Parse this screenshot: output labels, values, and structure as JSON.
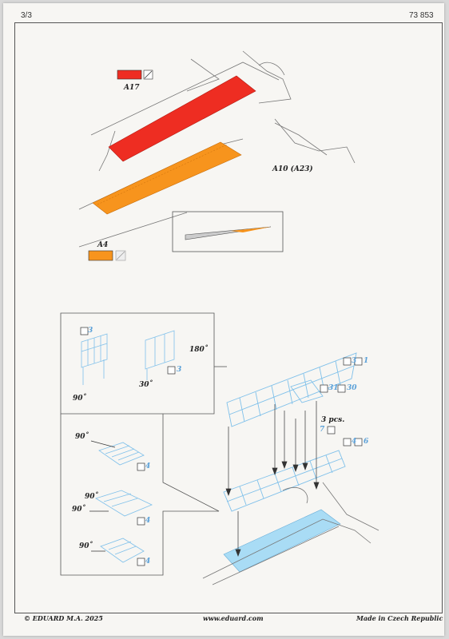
{
  "header": {
    "page": "3/3",
    "code": "73 853"
  },
  "parts": {
    "a17": "A17",
    "a10": "A10 (A23)",
    "a4": "A4"
  },
  "diagram": {
    "deg180": "180˚",
    "deg30": "30˚",
    "deg90_a": "90˚",
    "deg90_b": "90˚",
    "deg90_c": "90˚",
    "deg90_d": "90˚",
    "deg90_e": "90˚",
    "pcs": "3 pcs.",
    "n3a": "3",
    "n3b": "3",
    "n3c": "3",
    "n1": "1",
    "n31": "31",
    "n30": "30",
    "n7": "7",
    "n4a": "4",
    "n6": "6",
    "n4b": "4",
    "n4c": "4",
    "n4d": "4"
  },
  "footer": {
    "copyright": "© EDUARD  M.A. 2025",
    "url": "www.eduard.com",
    "made": "Made in Czech Republic"
  },
  "colors": {
    "red": "#ee2d22",
    "orange": "#f7941d",
    "blue": "#a9dcf5",
    "line": "#555555"
  }
}
